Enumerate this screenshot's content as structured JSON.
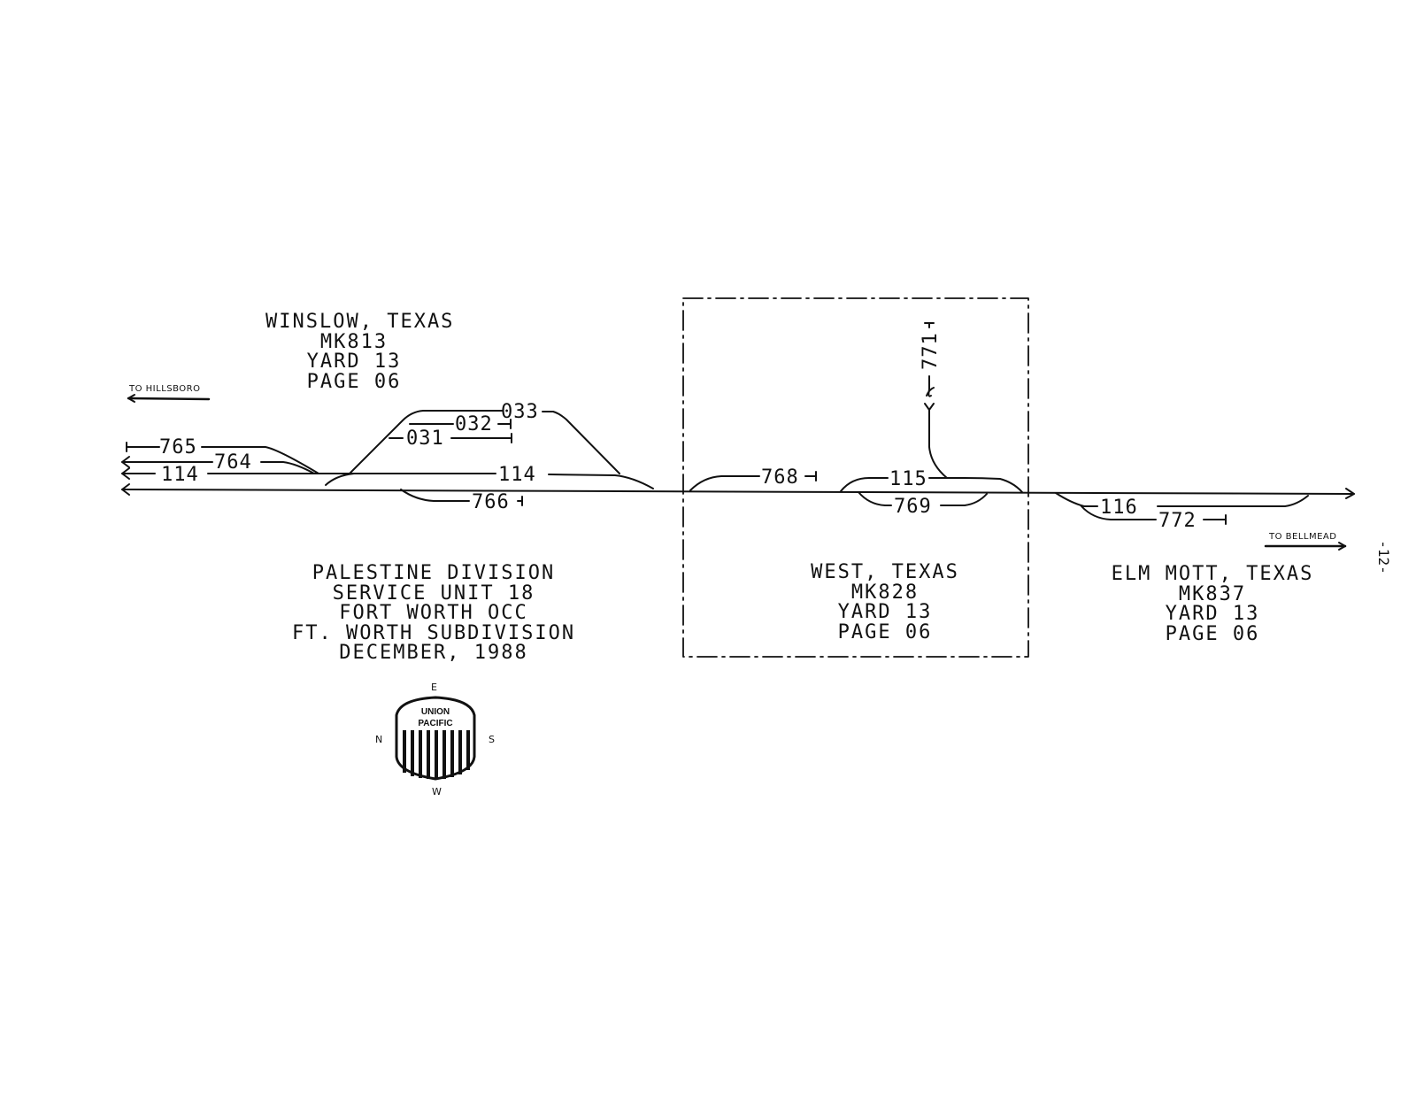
{
  "directions": {
    "left": "TO HILLSBORO",
    "right": "TO BELLMEAD"
  },
  "stations": {
    "winslow": [
      "WINSLOW, TEXAS",
      "MK813",
      "YARD 13",
      "PAGE 06"
    ],
    "west": [
      "WEST, TEXAS",
      "MK828",
      "YARD 13",
      "PAGE 06"
    ],
    "elm_mott": [
      "ELM MOTT, TEXAS",
      "MK837",
      "YARD 13",
      "PAGE 06"
    ]
  },
  "division": [
    "PALESTINE DIVISION",
    "SERVICE UNIT 18",
    "FORT WORTH OCC",
    "FT. WORTH SUBDIVISION",
    "DECEMBER, 1988"
  ],
  "tracks": {
    "t765": "765",
    "t764": "764",
    "t114a": "114",
    "t114b": "114",
    "t031": "031",
    "t032": "032",
    "t033": "033",
    "t766": "766",
    "t768": "768",
    "t115": "115",
    "t769": "769",
    "t771": "771",
    "t116": "116",
    "t772": "772"
  },
  "logo": {
    "line1": "UNION",
    "line2": "PACIFIC"
  },
  "compass": {
    "n": "N",
    "s": "S",
    "e": "E",
    "w": "W"
  },
  "page_number": "-12-"
}
